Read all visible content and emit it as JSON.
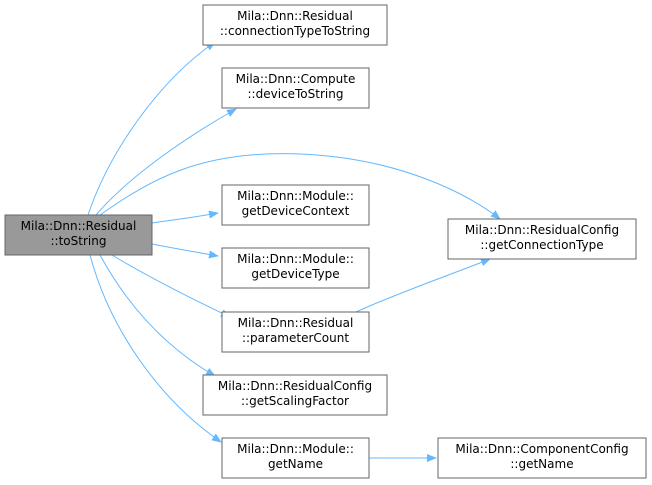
{
  "colors": {
    "edge": "#63b8ff",
    "node_border": "#666666",
    "node_fill": "#ffffff",
    "root_fill": "#999999",
    "text": "#000000"
  },
  "nodes": [
    {
      "id": "root",
      "lines": [
        "Mila::Dnn::Residual",
        "::toString"
      ],
      "highlighted": true
    },
    {
      "id": "connectionTypeToString",
      "lines": [
        "Mila::Dnn::Residual",
        "::connectionTypeToString"
      ]
    },
    {
      "id": "deviceToString",
      "lines": [
        "Mila::Dnn::Compute",
        "::deviceToString"
      ]
    },
    {
      "id": "getDeviceContext",
      "lines": [
        "Mila::Dnn::Module::",
        "getDeviceContext"
      ]
    },
    {
      "id": "getDeviceType",
      "lines": [
        "Mila::Dnn::Module::",
        "getDeviceType"
      ]
    },
    {
      "id": "parameterCount",
      "lines": [
        "Mila::Dnn::Residual",
        "::parameterCount"
      ]
    },
    {
      "id": "getScalingFactor",
      "lines": [
        "Mila::Dnn::ResidualConfig",
        "::getScalingFactor"
      ]
    },
    {
      "id": "getName",
      "lines": [
        "Mila::Dnn::Module::",
        "getName"
      ]
    },
    {
      "id": "getConnectionType",
      "lines": [
        "Mila::Dnn::ResidualConfig",
        "::getConnectionType"
      ]
    },
    {
      "id": "componentGetName",
      "lines": [
        "Mila::Dnn::ComponentConfig",
        "::getName"
      ]
    }
  ],
  "edges": [
    {
      "from": "root",
      "to": "connectionTypeToString"
    },
    {
      "from": "root",
      "to": "deviceToString"
    },
    {
      "from": "root",
      "to": "getConnectionType"
    },
    {
      "from": "root",
      "to": "getDeviceContext"
    },
    {
      "from": "root",
      "to": "getDeviceType"
    },
    {
      "from": "root",
      "to": "parameterCount"
    },
    {
      "from": "root",
      "to": "getScalingFactor"
    },
    {
      "from": "root",
      "to": "getName"
    },
    {
      "from": "parameterCount",
      "to": "getConnectionType"
    },
    {
      "from": "getName",
      "to": "componentGetName"
    }
  ]
}
